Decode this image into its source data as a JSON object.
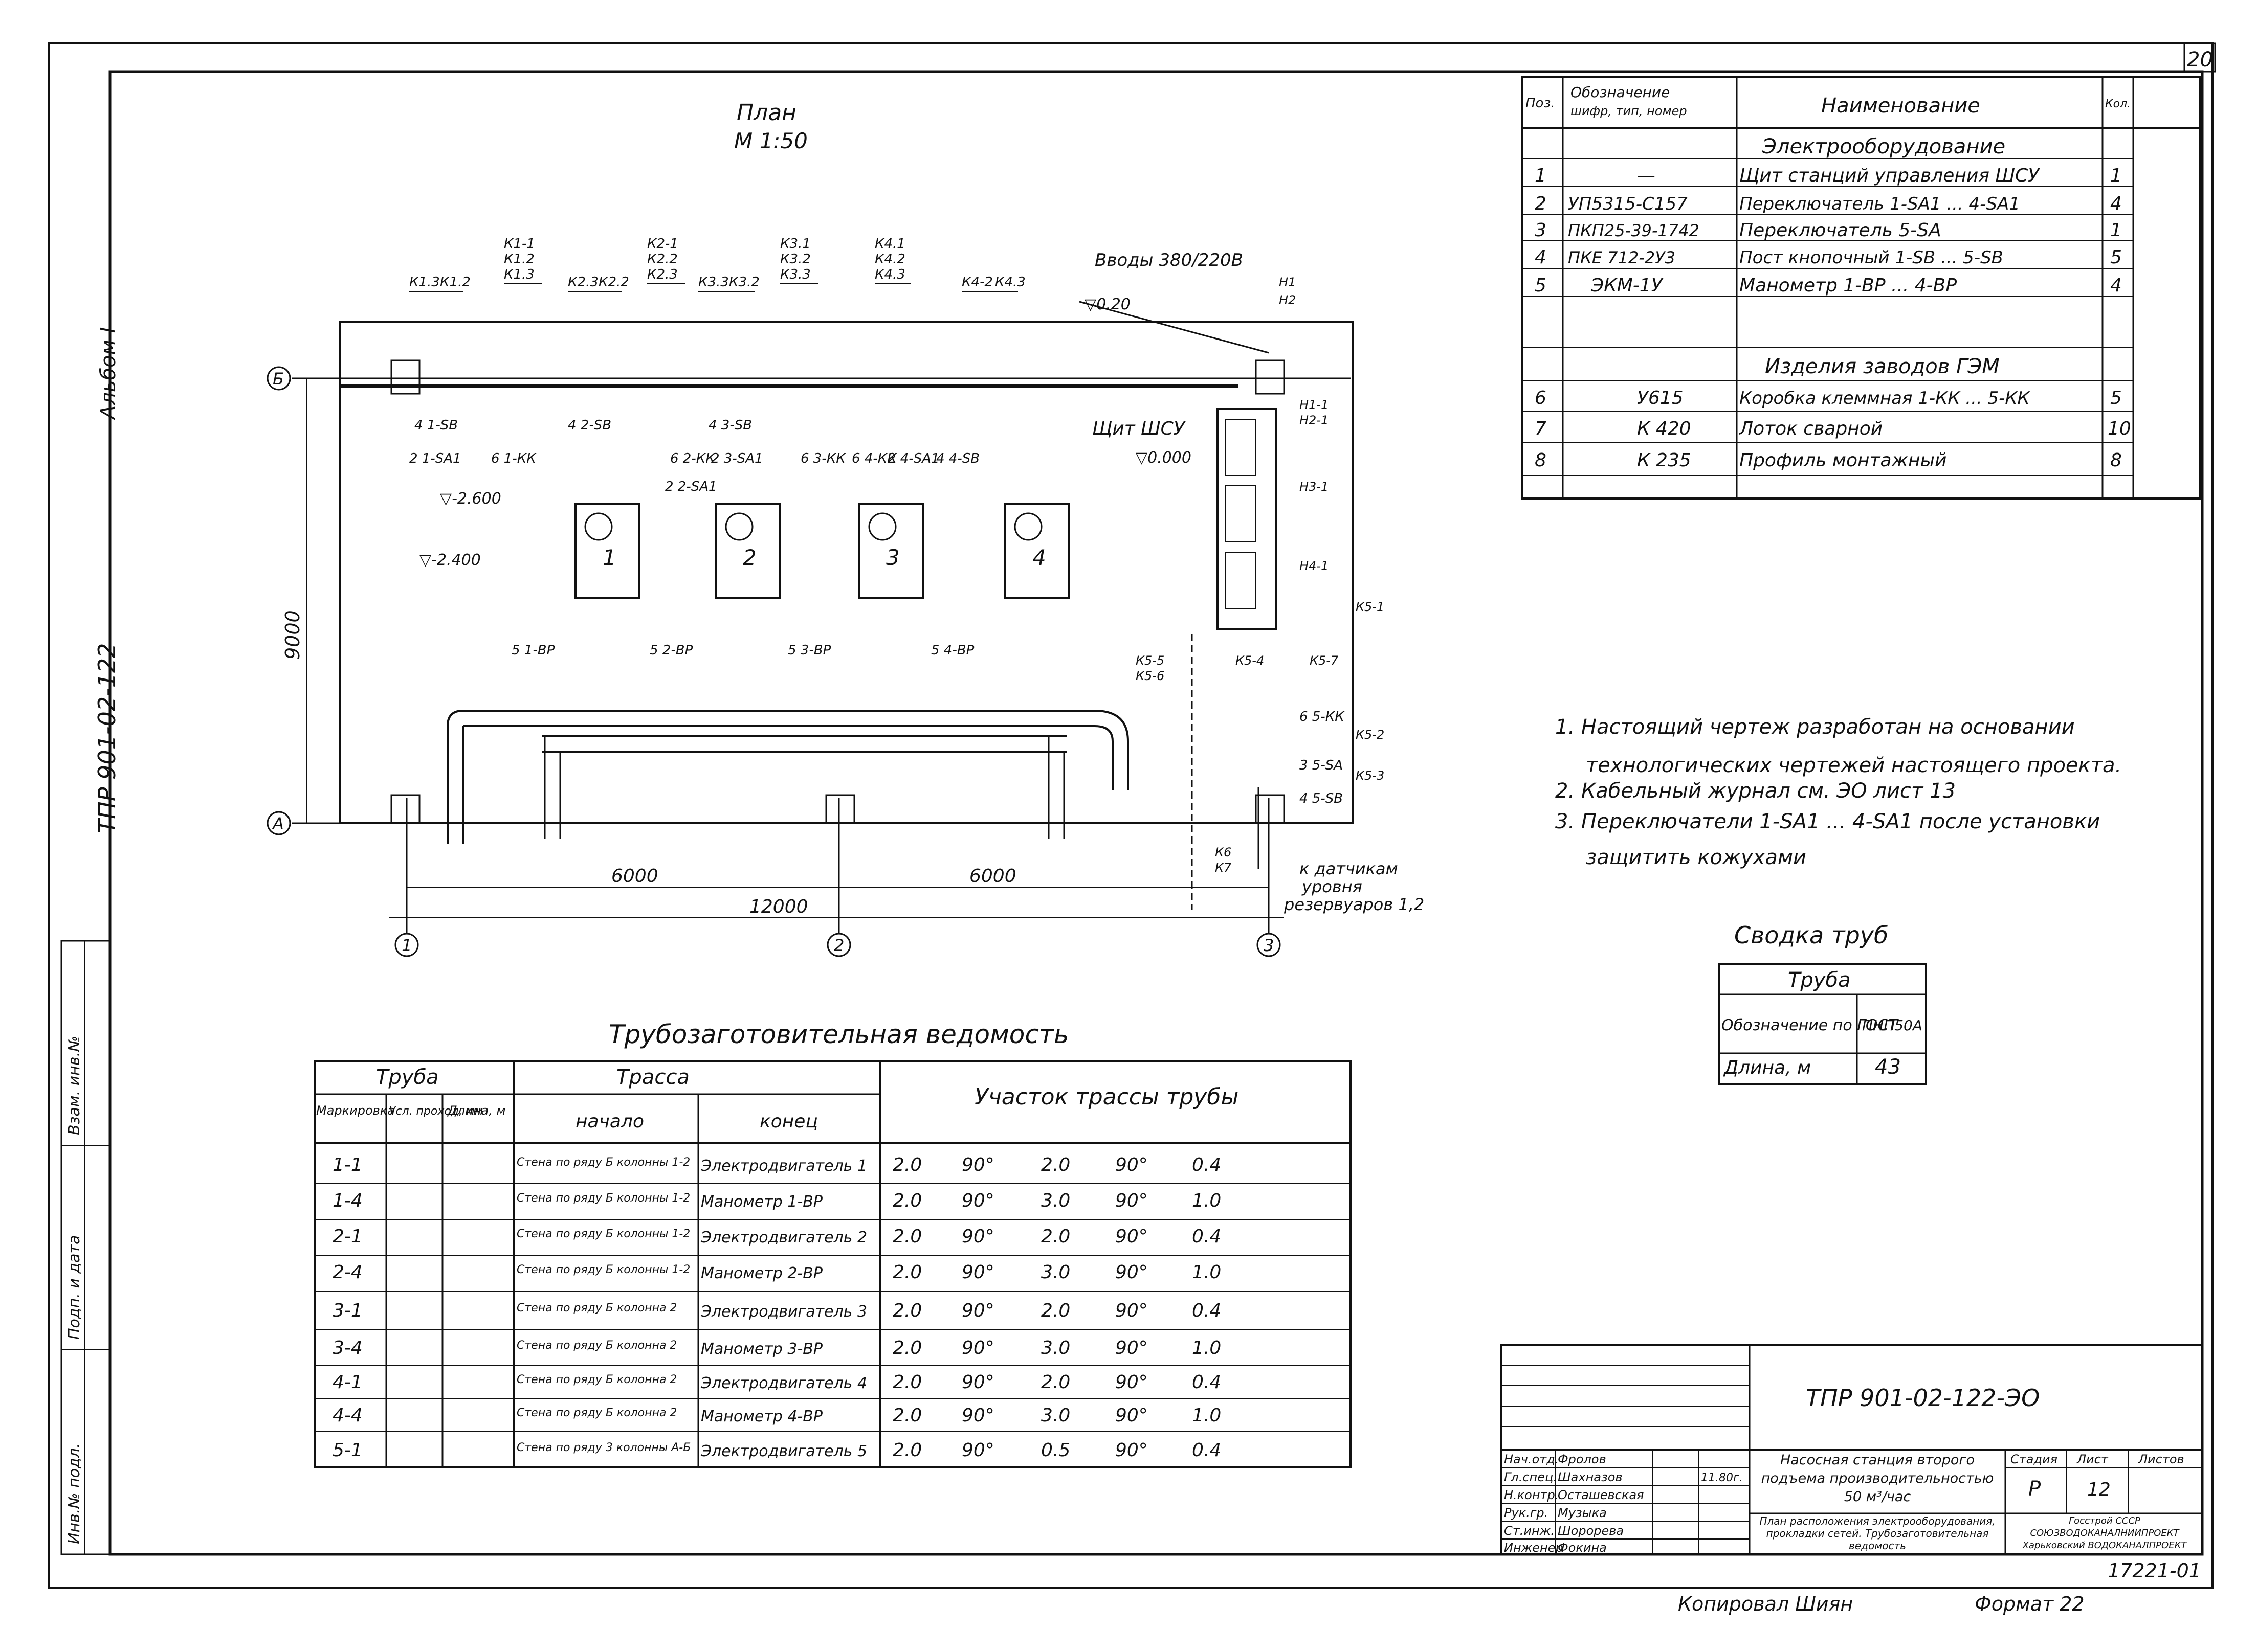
{
  "sheet": {
    "sheet_number_corner": "20",
    "side_left_text": "ТПР 901-02-122",
    "side_album": "Альбом I",
    "side_stamp_left": [
      "Инв.№ подл.",
      "Подп. и дата",
      "Взам. инв.№"
    ],
    "bottom_copier": "Копировал Шиян",
    "bottom_format": "Формат 22",
    "bottom_code": "17221-01"
  },
  "plan": {
    "title": "План",
    "scale": "М 1:50",
    "inputs_label": "Вводы 380/220В",
    "shield_label": "Щит ШСУ",
    "level_labels": [
      "▽0.20",
      "▽-2.600",
      "▽-2.400",
      "▽0.000"
    ],
    "axis_rows": [
      "Б",
      "А"
    ],
    "axis_cols": [
      "1",
      "2",
      "3"
    ],
    "dim_vertical": "9000",
    "dim_spans": [
      "6000",
      "6000"
    ],
    "dim_total": "12000",
    "sensor_note": [
      "к датчикам",
      "уровня",
      "резервуаров 1,2"
    ],
    "motor_numbers": [
      "1",
      "2",
      "3",
      "4"
    ],
    "cable_tags_top": [
      [
        "К1.3",
        "К1.2"
      ],
      [
        "К1-1",
        "К1.2",
        "К1.3"
      ],
      [
        "К2.3",
        "К2.2"
      ],
      [
        "К2-1",
        "К2.2",
        "К2.3"
      ],
      [
        "К3.3",
        "К3.2"
      ],
      [
        "К3.1",
        "К3.2",
        "К3.3"
      ],
      [
        "К4.1",
        "К4.2",
        "К4.3"
      ],
      [
        "К4-2",
        "К4.3"
      ]
    ],
    "right_tags": [
      "Н1",
      "Н2",
      "Н1-1",
      "Н2-1",
      "Н3-1",
      "Н4-1",
      "К5-1",
      "К5-2",
      "К5-3",
      "К5-4",
      "К5-5",
      "К5-6",
      "К5-7",
      "К6",
      "К7"
    ],
    "device_labels": [
      "4 1-SB",
      "2 1-SA1",
      "6 1-КК",
      "4 2-SB",
      "2 2-SA1",
      "6 2-КК",
      "4 3-SB",
      "2 3-SA1",
      "6 3-КК",
      "6 4-КК",
      "2 4-SA1",
      "4 4-SB",
      "5 1-ВР",
      "5 2-ВР",
      "5 3-ВР",
      "5 4-ВР",
      "6 5-КК",
      "3 5-SA",
      "4 5-SB"
    ]
  },
  "spec_table": {
    "headers": [
      "Поз.",
      "Обозначение",
      "Наименование",
      "Кол."
    ],
    "header_sub": "шифр, тип, номер",
    "sections": [
      {
        "title": "Электрооборудование",
        "rows": [
          [
            "1",
            "—",
            "Щит станций управления ШСУ",
            "1"
          ],
          [
            "2",
            "УП5315-С157",
            "Переключатель 1-SA1 ... 4-SA1",
            "4"
          ],
          [
            "3",
            "ПКП25-39-1742",
            "Переключатель 5-SA",
            "1"
          ],
          [
            "4",
            "ПКЕ 712-2У3",
            "Пост кнопочный 1-SB ... 5-SB",
            "5"
          ],
          [
            "5",
            "ЭКМ-1У",
            "Манометр 1-ВР ... 4-ВР",
            "4"
          ]
        ]
      },
      {
        "title": "Изделия заводов ГЭМ",
        "rows": [
          [
            "6",
            "У615",
            "Коробка клеммная 1-КК ... 5-КК",
            "5"
          ],
          [
            "7",
            "К 420",
            "Лоток сварной",
            "10"
          ],
          [
            "8",
            "К 235",
            "Профиль монтажный",
            "8"
          ]
        ]
      }
    ]
  },
  "notes": [
    "1. Настоящий чертеж разработан на основании",
    "технологических чертежей настоящего проекта.",
    "2. Кабельный журнал см. ЭО лист 13",
    "3. Переключатели 1-SA1 ... 4-SA1 после установки",
    "защитить кожухами"
  ],
  "pipes_summary": {
    "title": "Сводка труб",
    "header": "Труба",
    "row_label_1": "Обозначение по ГОСТ",
    "col_value_1": "ПНП50А",
    "row_label_2": "Длина, м",
    "col_value_2": "43"
  },
  "pipe_list": {
    "title": "Трубозаготовительная ведомость",
    "group_headers": [
      "Труба",
      "Трасса",
      "Участок трассы трубы"
    ],
    "sub_headers": [
      "Маркировка",
      "Усл. проход, мм",
      "Длина, м",
      "начало",
      "конец"
    ],
    "rows": [
      [
        "1-1",
        "Стена по ряду Б колонны 1-2",
        "Электродвигатель 1",
        "2.0",
        "90°",
        "2.0",
        "90°",
        "0.4"
      ],
      [
        "1-4",
        "Стена по ряду Б колонны 1-2",
        "Манометр 1-ВР",
        "2.0",
        "90°",
        "3.0",
        "90°",
        "1.0"
      ],
      [
        "2-1",
        "Стена по ряду Б колонны 1-2",
        "Электродвигатель 2",
        "2.0",
        "90°",
        "2.0",
        "90°",
        "0.4"
      ],
      [
        "2-4",
        "Стена по ряду Б колонны 1-2",
        "Манометр 2-ВР",
        "2.0",
        "90°",
        "3.0",
        "90°",
        "1.0"
      ],
      [
        "3-1",
        "Стена по ряду Б колонна 2",
        "Электродвигатель 3",
        "2.0",
        "90°",
        "2.0",
        "90°",
        "0.4"
      ],
      [
        "3-4",
        "Стена по ряду Б колонна 2",
        "Манометр 3-ВР",
        "2.0",
        "90°",
        "3.0",
        "90°",
        "1.0"
      ],
      [
        "4-1",
        "Стена по ряду Б колонна 2",
        "Электродвигатель 4",
        "2.0",
        "90°",
        "2.0",
        "90°",
        "0.4"
      ],
      [
        "4-4",
        "Стена по ряду Б колонна 2",
        "Манометр 4-ВР",
        "2.0",
        "90°",
        "3.0",
        "90°",
        "1.0"
      ],
      [
        "5-1",
        "Стена по ряду 3 колонны А-Б",
        "Электродвигатель 5",
        "2.0",
        "90°",
        "0.5",
        "90°",
        "0.4"
      ]
    ]
  },
  "title_block": {
    "code": "ТПР 901-02-122-ЭО",
    "roles": [
      "Нач.отд.",
      "Гл.спец.",
      "Н.контр.",
      "Рук.гр.",
      "Ст.инж.",
      "Инженер"
    ],
    "names": [
      "Фролов",
      "Шахназов",
      "Осташевская",
      "Музыка",
      "Шорорева",
      "Фокина"
    ],
    "project_title": "Насосная станция второго подъема производительностью 50 м³/час",
    "sheet_title": "План расположения электрооборудования, прокладки сетей. Трубозаготовительная ведомость",
    "stage_label": "Стадия",
    "sheet_label": "Лист",
    "sheets_label": "Листов",
    "stage": "Р",
    "sheet": "12",
    "org": "Госстрой СССР СОЮЗВОДОКАНАЛНИИПРОЕКТ Харьковский ВОДОКАНАЛПРОЕКТ",
    "date": "11.80г."
  }
}
